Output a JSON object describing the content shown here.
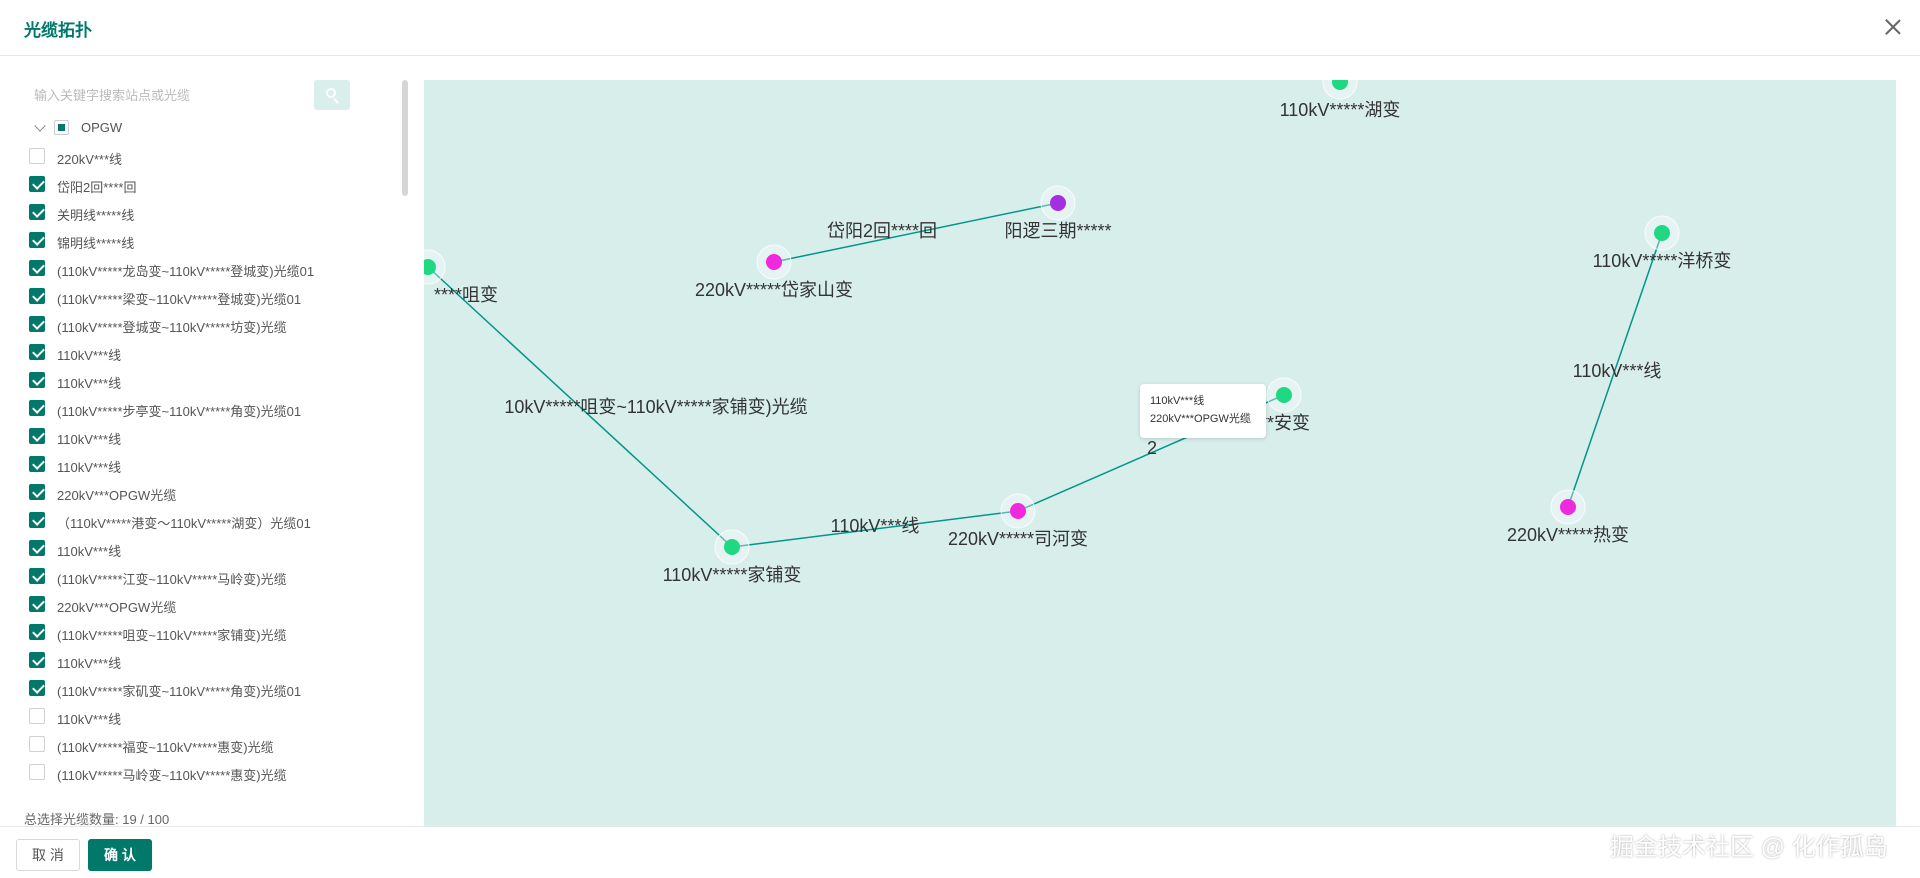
{
  "dialog": {
    "title": "光缆拓扑"
  },
  "search": {
    "placeholder": "输入关键字搜索站点或光缆"
  },
  "tree": {
    "root_label": "OPGW",
    "items": [
      {
        "label": "220kV***线",
        "checked": false
      },
      {
        "label": "岱阳2回****回",
        "checked": true
      },
      {
        "label": "关明线*****线",
        "checked": true
      },
      {
        "label": "锦明线*****线",
        "checked": true
      },
      {
        "label": "(110kV*****龙岛变~110kV*****登城变)光缆01",
        "checked": true
      },
      {
        "label": "(110kV*****梁变~110kV*****登城变)光缆01",
        "checked": true
      },
      {
        "label": "(110kV*****登城变~110kV*****坊变)光缆",
        "checked": true
      },
      {
        "label": "110kV***线",
        "checked": true
      },
      {
        "label": "110kV***线",
        "checked": true
      },
      {
        "label": "(110kV*****步亭变~110kV*****角变)光缆01",
        "checked": true
      },
      {
        "label": "110kV***线",
        "checked": true
      },
      {
        "label": "110kV***线",
        "checked": true
      },
      {
        "label": "220kV***OPGW光缆",
        "checked": true
      },
      {
        "label": "（110kV*****港变～110kV*****湖变）光缆01",
        "checked": true
      },
      {
        "label": "110kV***线",
        "checked": true
      },
      {
        "label": "(110kV*****江变~110kV*****马岭变)光缆",
        "checked": true
      },
      {
        "label": "220kV***OPGW光缆",
        "checked": true
      },
      {
        "label": "(110kV*****咀变~110kV*****家铺变)光缆",
        "checked": true
      },
      {
        "label": "110kV***线",
        "checked": true
      },
      {
        "label": "(110kV*****家矶变~110kV*****角变)光缆01",
        "checked": true
      },
      {
        "label": "110kV***线",
        "checked": false
      },
      {
        "label": "(110kV*****福变~110kV*****惠变)光缆",
        "checked": false
      },
      {
        "label": "(110kV*****马岭变~110kV*****惠变)光缆",
        "checked": false
      }
    ]
  },
  "selection": {
    "count_text": "总选择光缆数量: 19 / 100"
  },
  "graph": {
    "colors": {
      "green": "#1ed882",
      "magenta": "#f028e0",
      "purple": "#a42ee0",
      "edge": "#009688"
    },
    "nodes": [
      {
        "id": "n1",
        "label": "110kV*****湖变",
        "color": "green"
      },
      {
        "id": "n2",
        "label": "阳逻三期*****",
        "color": "purple"
      },
      {
        "id": "n3",
        "label": "220kV*****岱家山变",
        "color": "magenta"
      },
      {
        "id": "n4",
        "label": "****咀变",
        "color": "green"
      },
      {
        "id": "n5",
        "label": "110kV*****洋桥变",
        "color": "green"
      },
      {
        "id": "n6",
        "label": "/*****安变",
        "color": "green"
      },
      {
        "id": "n7",
        "label": "220kV*****司河变",
        "color": "magenta"
      },
      {
        "id": "n8",
        "label": "110kV*****家铺变",
        "color": "green"
      },
      {
        "id": "n9",
        "label": "220kV*****热变",
        "color": "magenta"
      }
    ],
    "edges": [
      {
        "from": "n3",
        "to": "n2",
        "label": "岱阳2回****回"
      },
      {
        "from": "n4",
        "to": "n8",
        "label": "10kV*****咀变~110kV*****家铺变)光缆"
      },
      {
        "from": "n8",
        "to": "n7",
        "label": "110kV***线"
      },
      {
        "from": "n7",
        "to": "n6",
        "label": "2"
      },
      {
        "from": "n5",
        "to": "n9",
        "label": "110kV***线"
      }
    ],
    "tooltip": {
      "line1": "110kV***线",
      "line2": "220kV***OPGW光缆"
    }
  },
  "footer": {
    "cancel_label": "取 消",
    "ok_label": "确 认"
  },
  "watermark": "掘金技术社区 @ 化作孤岛"
}
